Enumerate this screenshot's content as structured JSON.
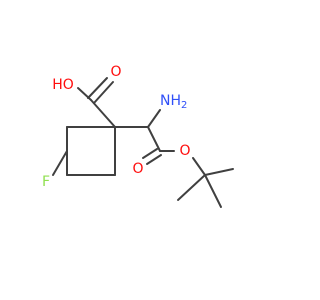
{
  "molecule": {
    "atoms": {
      "hydroxyl": {
        "text": "HO",
        "color": "#ff0d0d"
      },
      "carbonyl_o_acid": {
        "text": "O",
        "color": "#ff0d0d"
      },
      "amine": {
        "text": "NH",
        "subscript": "2",
        "color": "#3050f8"
      },
      "fluorine": {
        "text": "F",
        "color": "#90e050"
      },
      "carbonyl_o_ester": {
        "text": "O",
        "color": "#ff0d0d"
      },
      "ether_o": {
        "text": "O",
        "color": "#ff0d0d"
      }
    },
    "bond_color": "#404040"
  }
}
